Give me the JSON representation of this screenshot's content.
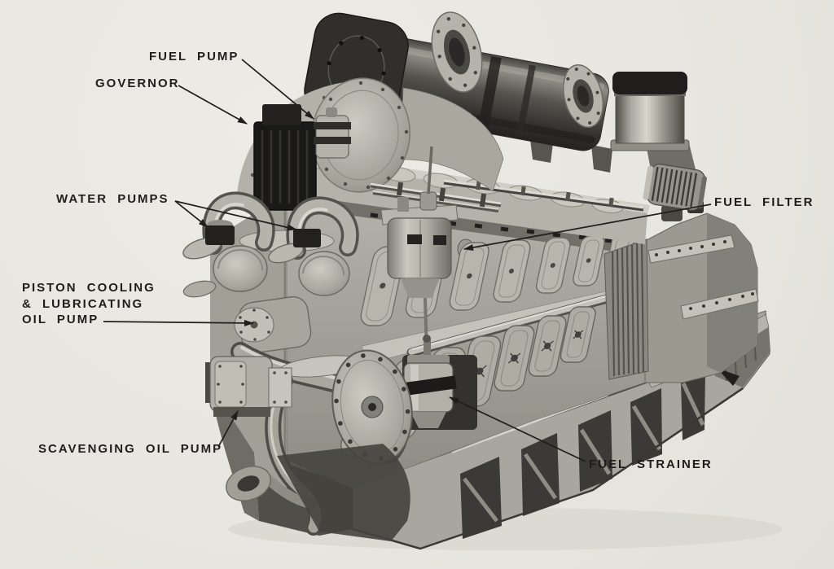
{
  "figure": {
    "kind": "labeled cutaway photograph of a large multi-cylinder diesel engine",
    "style": "black-and-white halftone print on light paper"
  },
  "colors": {
    "paper": "#e8e6e0",
    "ink": "#1f1e1c",
    "metal_light": "#c6c4bb",
    "metal_mid": "#9a9890",
    "metal_dark": "#3b3a36"
  },
  "callouts": {
    "fuel_pump": "FUEL PUMP",
    "governor": "GOVERNOR",
    "water_pumps": "WATER PUMPS",
    "piston_cooling_oil_pump": {
      "line1": "PISTON COOLING",
      "line2": "& LUBRICATING",
      "line3": "OIL PUMP"
    },
    "scavenging_oil_pump": "SCAVENGING OIL PUMP",
    "fuel_filter": "FUEL FILTER",
    "fuel_strainer": "FUEL STRAINER"
  }
}
